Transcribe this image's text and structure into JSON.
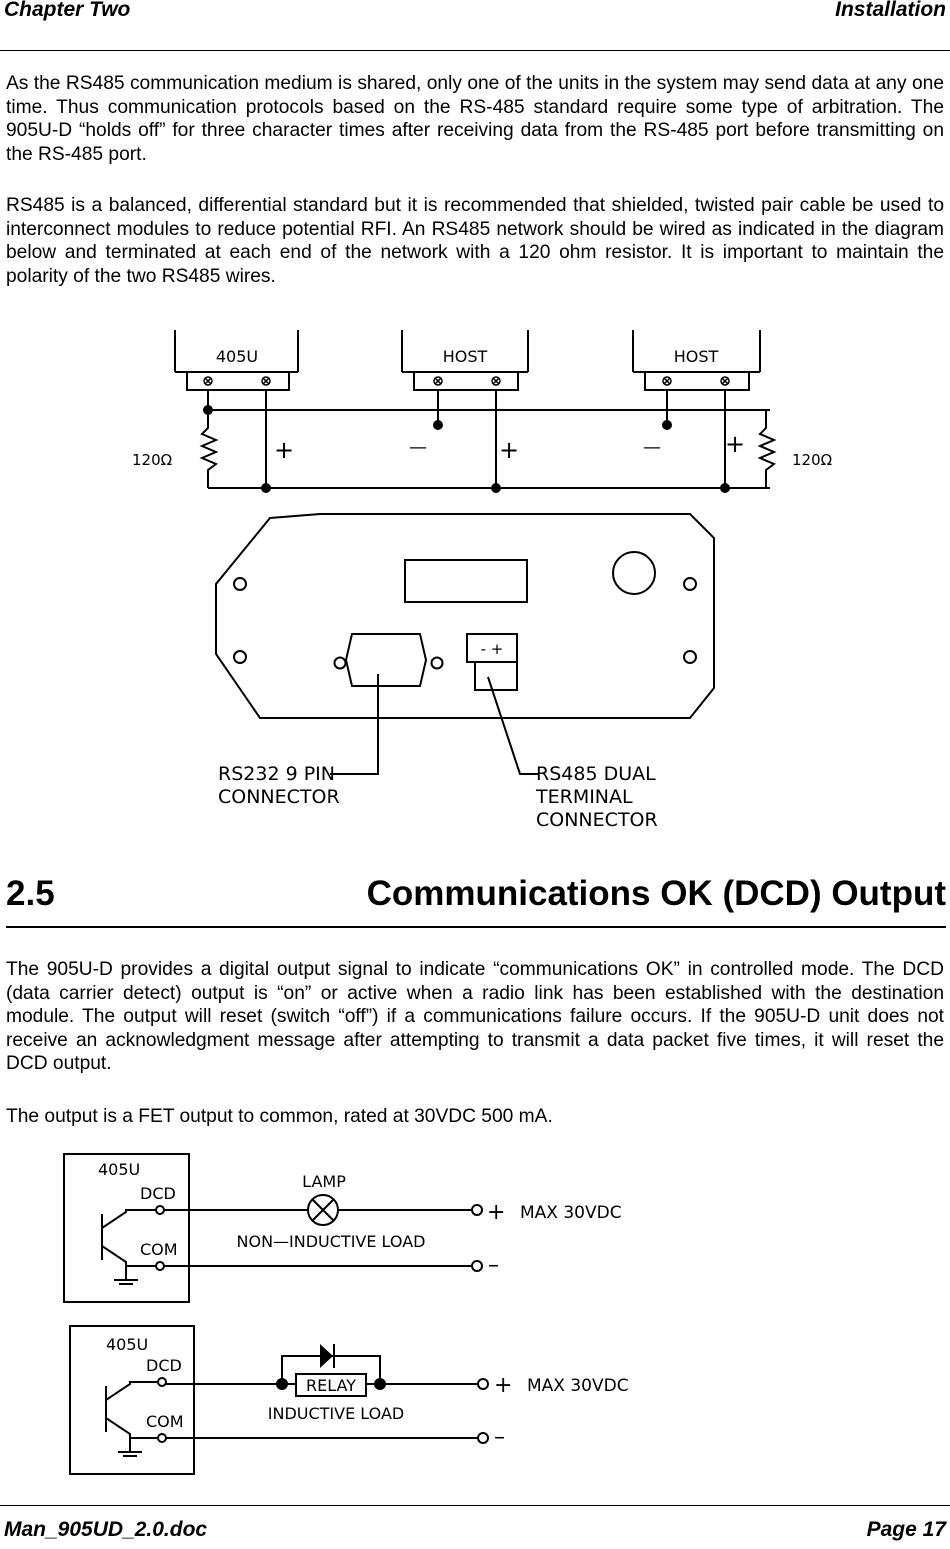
{
  "header": {
    "left": "Chapter Two",
    "right": "Installation"
  },
  "paragraphs": [
    " As the RS485 communication medium is shared, only one of the units in the system may send data at any one time.   Thus communication protocols based on the RS-485 standard require some type of arbitration.   The 905U-D “holds off” for three character times after receiving data from the RS-485 port before transmitting on the RS-485 port.",
    "RS485 is a balanced, differential standard but it is recommended that shielded, twisted pair cable be used to interconnect modules to reduce potential RFI.  An RS485 network should be wired as indicated in the diagram below and terminated at each end of the network with a 120 ohm resistor.  It is important to maintain the polarity of the two RS485 wires."
  ],
  "rs485_diagram": {
    "boxes": [
      "405U",
      "HOST",
      "HOST"
    ],
    "resistor_left": "120Ω",
    "resistor_right": "120Ω",
    "polarity_plus": "+",
    "polarity_minus": "—",
    "terminal_label": "- +",
    "rs232_label_1": "RS232  9  PIN",
    "rs232_label_2": "CONNECTOR",
    "rs485_label_1": "RS485  DUAL",
    "rs485_label_2": "TERMINAL",
    "rs485_label_3": "CONNECTOR"
  },
  "section": {
    "number": "2.5",
    "title": "Communications OK (DCD) Output"
  },
  "paragraphs2": [
    "The 905U-D provides a digital output signal to indicate “communications OK” in controlled mode.  The DCD (data carrier detect) output is “on” or active when a radio link has been established with the destination module.   The output will reset (switch “off”) if a communications failure occurs. If the  905U-D unit does not receive an acknowledgment message after attempting to transmit a data packet five times,  it will reset the DCD output.",
    "The output is a FET output to common,  rated at 30VDC 500 mA."
  ],
  "dcd_diagram_1": {
    "unit": "405U",
    "dcd": "DCD",
    "com": "COM",
    "lamp": "LAMP",
    "load": "NON—INDUCTIVE  LOAD",
    "plus": "+",
    "max": "MAX  30VDC",
    "minus": "–"
  },
  "dcd_diagram_2": {
    "unit": "405U",
    "dcd": "DCD",
    "com": "COM",
    "relay": "RELAY",
    "load": "INDUCTIVE  LOAD",
    "plus": "+",
    "max": "MAX  30VDC",
    "minus": "–"
  },
  "footer": {
    "left": "Man_905UD_2.0.doc",
    "right": "Page 17"
  }
}
